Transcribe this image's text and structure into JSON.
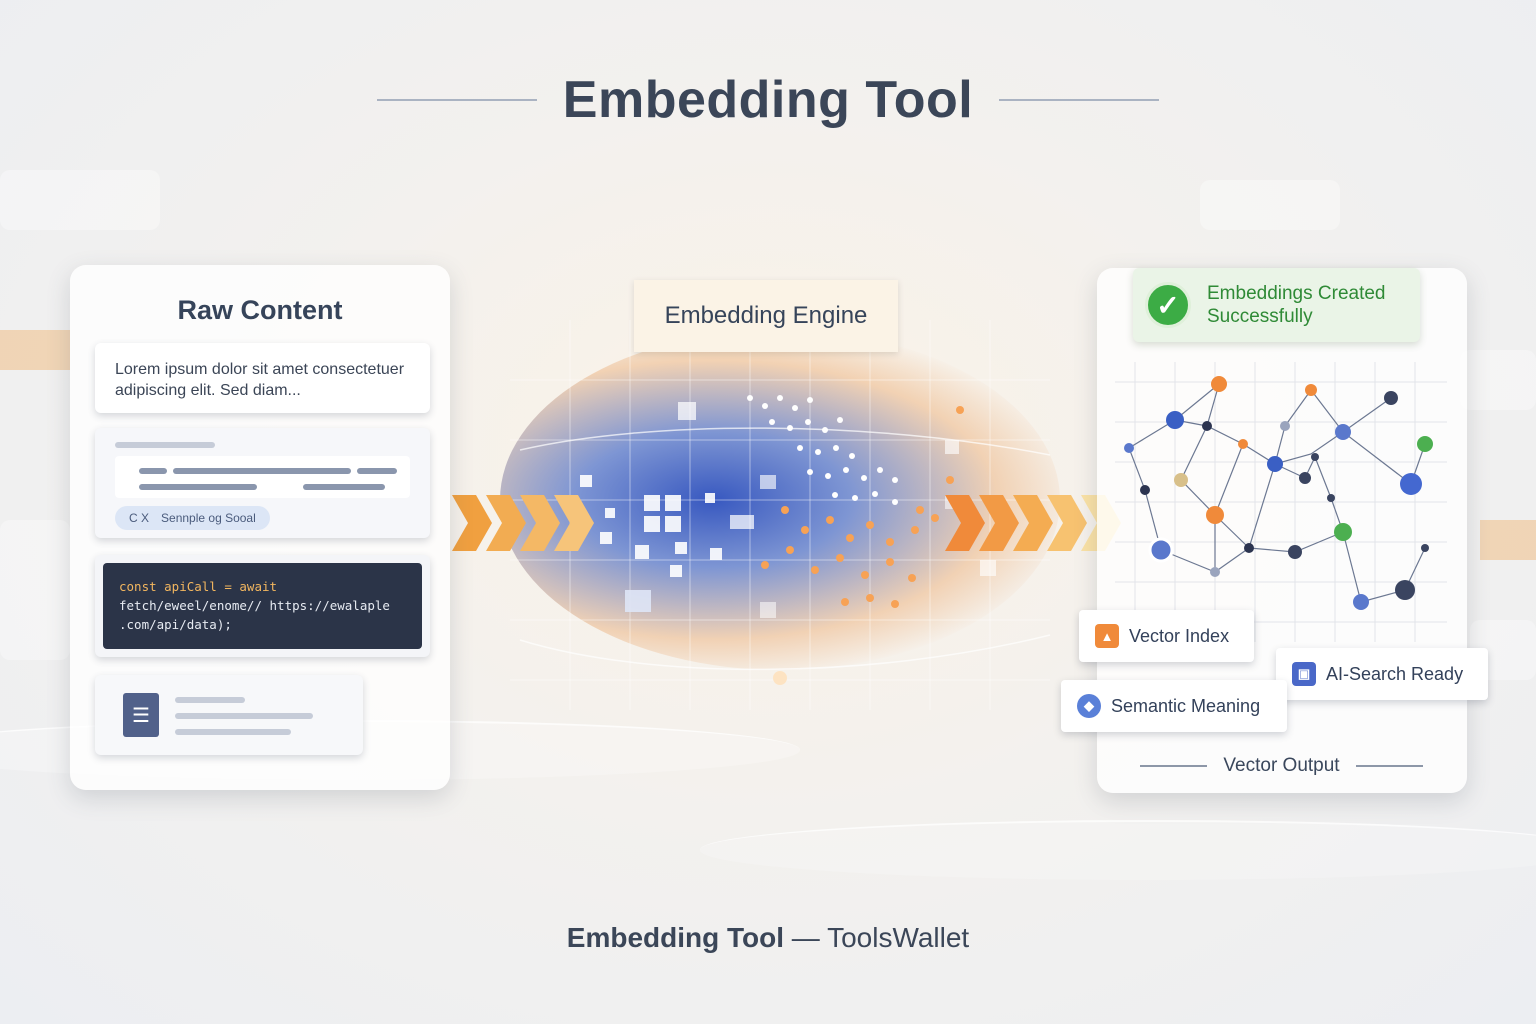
{
  "title": "Embedding Tool",
  "raw_content": {
    "title": "Raw Content",
    "text_card": "Lorem ipsum dolor sit amet consectetuer adipiscing elit. Sed diam...",
    "chip_prefix": "C X",
    "chip_label": "Sennple og Sooal",
    "code_lines": [
      "const apiCall = await",
      "fetch/eweel/enome// https://ewalaple",
      ".com/api/data);"
    ]
  },
  "engine": {
    "label": "Embedding Engine"
  },
  "output": {
    "success_line1": "Embeddings Created",
    "success_line2": "Successfully",
    "tags": {
      "vector_index": "Vector Index",
      "ai_search": "AI-Search Ready",
      "semantic": "Semantic Meaning"
    },
    "footer_label": "Vector Output"
  },
  "footer": {
    "name": "Embedding Tool",
    "separator": "—",
    "brand": "ToolsWallet"
  },
  "colors": {
    "accent_orange": "#f0a040",
    "accent_blue": "#3a5fc4",
    "success_green": "#3cac45",
    "text_dark": "#36445a"
  },
  "icons": {
    "check": "check-icon",
    "vector_index": "vector-index-icon",
    "ai_search": "ai-search-icon",
    "semantic": "semantic-icon",
    "document": "document-icon"
  }
}
